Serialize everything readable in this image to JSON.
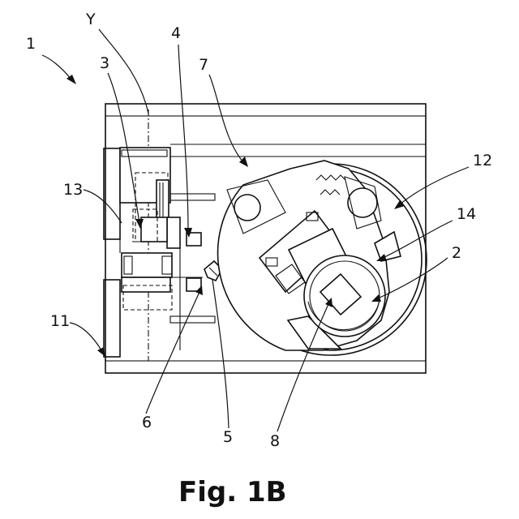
{
  "figure": {
    "caption": "Fig. 1B",
    "reference_labels": {
      "r1": "1",
      "rY": "Y",
      "r3": "3",
      "r4": "4",
      "r7": "7",
      "r12": "12",
      "r13": "13",
      "r14": "14",
      "r2": "2",
      "r11": "11",
      "r6": "6",
      "r5": "5",
      "r8": "8"
    }
  }
}
